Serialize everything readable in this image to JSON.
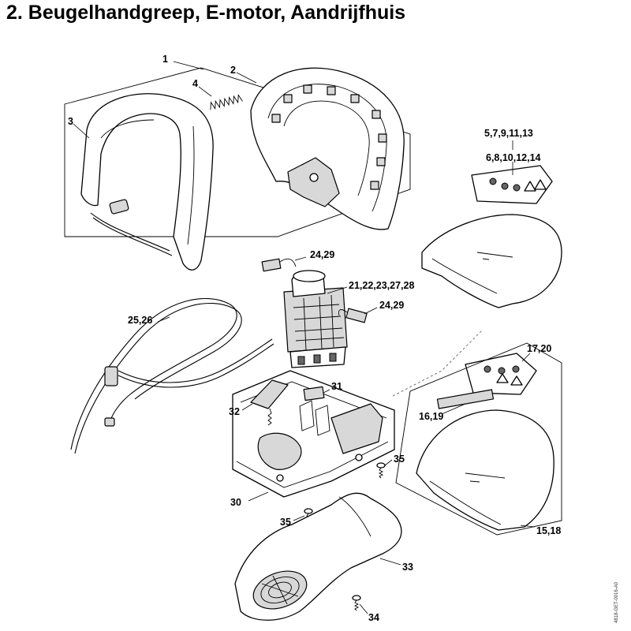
{
  "title": "2. Beugelhandgreep, E-motor, Aandrijfhuis",
  "drawing_code": "4818-GET-0016-A0",
  "labels": {
    "p1": "1",
    "p2": "2",
    "p3": "3",
    "p4": "4",
    "label_top": "5,7,9,11,13",
    "label_top2": "6,8,10,12,14",
    "p24a": "24,29",
    "p21": "21,22,23,27,28",
    "p24b": "24,29",
    "p25": "25,26",
    "p17": "17,20",
    "p31": "31",
    "p16": "16,19",
    "p32": "32",
    "p35a": "35",
    "p30": "30",
    "p35b": "35",
    "p33": "33",
    "p15": "15,18",
    "p34": "34"
  }
}
